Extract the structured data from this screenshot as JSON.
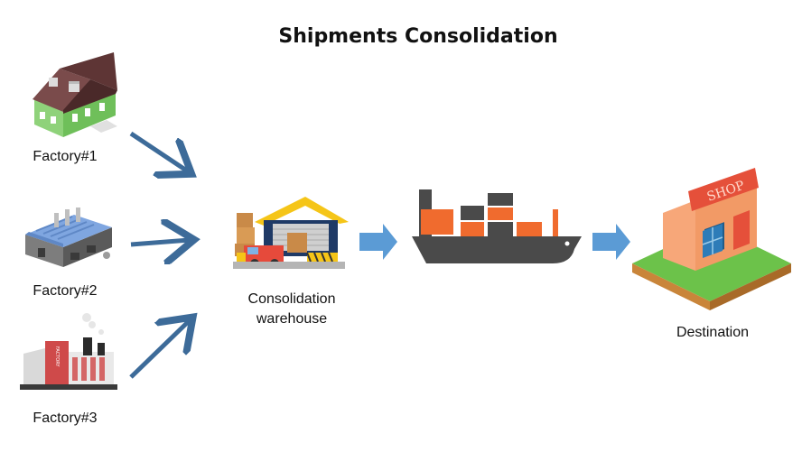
{
  "title": "Shipments Consolidation",
  "nodes": {
    "factory1": "Factory#1",
    "factory2": "Factory#2",
    "factory3": "Factory#3",
    "warehouse_line1": "Consolidation",
    "warehouse_line2": "warehouse",
    "destination": "Destination",
    "shop_sign": "SHOP",
    "factory_sign": "FACTORY"
  },
  "colors": {
    "factory_arrow": "#3d6b99",
    "flow_arrow": "#5b9bd5",
    "shop_orange": "#f29a66",
    "shop_red": "#e5503a",
    "ship_hull": "#4a4a4a",
    "container_orange": "#f06b2e",
    "grass": "#6cc24a"
  }
}
